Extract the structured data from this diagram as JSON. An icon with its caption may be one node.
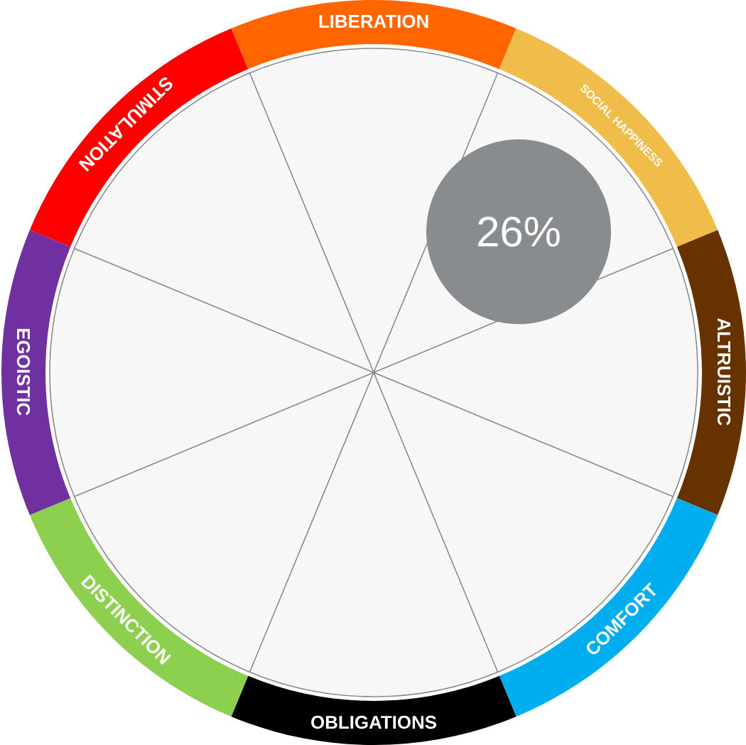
{
  "diagram": {
    "nodes": [
      {
        "text": [
          "LIBERATION"
        ]
      },
      {
        "text": [
          "SOCIAL HAPPINESS"
        ]
      },
      {
        "text": [
          "ALTRUISTIC"
        ]
      },
      {
        "text": [
          "COMFORT"
        ]
      },
      {
        "text": [
          "OBLIGATIONS"
        ]
      },
      {
        "text": [
          "DISTINCTION"
        ]
      },
      {
        "text": [
          "EGOISTIC"
        ]
      },
      {
        "text": [
          "STIMULATION"
        ]
      },
      {
        "text": [
          "26%"
        ]
      }
    ]
  }
}
